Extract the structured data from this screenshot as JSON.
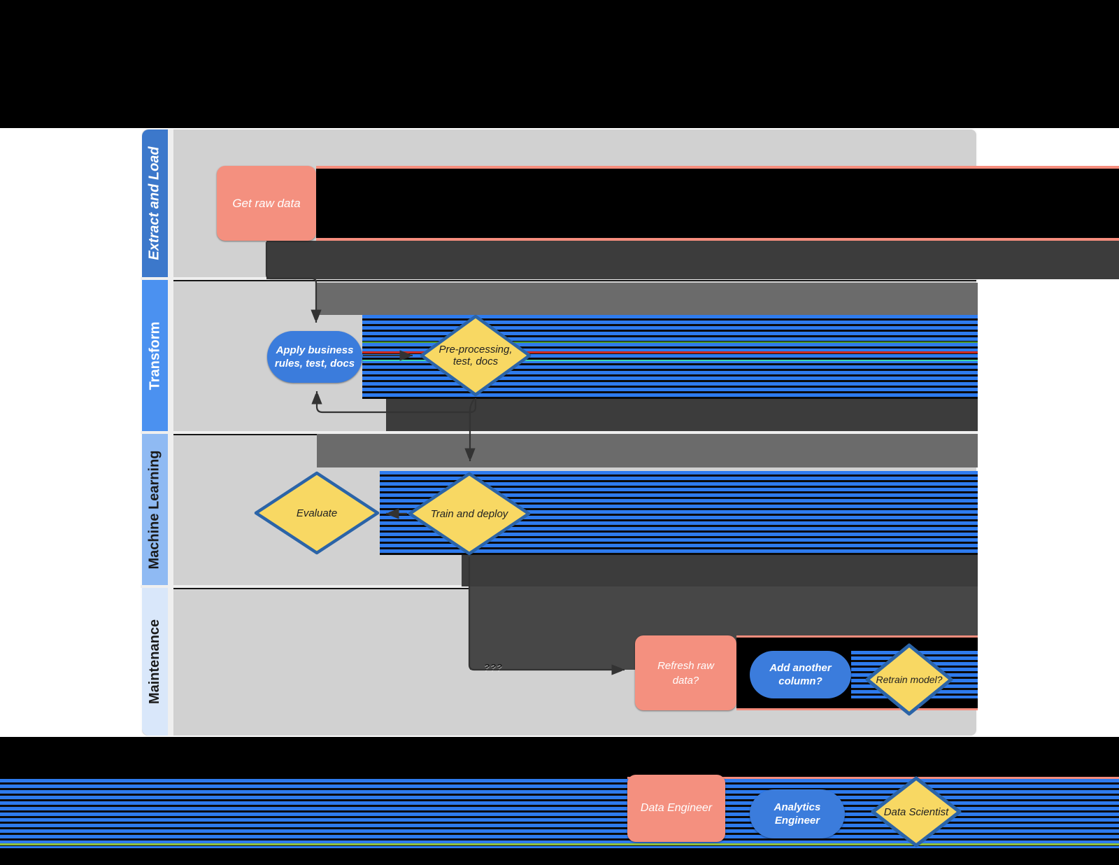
{
  "diagram": {
    "lanes": [
      {
        "label": "Extract and Load"
      },
      {
        "label": "Transform"
      },
      {
        "label": "Machine Learning"
      },
      {
        "label": "Maintenance"
      }
    ],
    "nodes": {
      "get_raw": {
        "label": "Get raw data",
        "type": "process"
      },
      "apply_rules": {
        "label": "Apply business rules, test, docs",
        "type": "terminator"
      },
      "preprocess": {
        "label": "Pre-processing, test, docs",
        "type": "decision"
      },
      "evaluate": {
        "label": "Evaluate",
        "type": "decision"
      },
      "train": {
        "label": "Train and deploy",
        "type": "decision"
      },
      "refresh": {
        "label": "Refresh raw data?",
        "type": "process"
      },
      "add_column": {
        "label": "Add another column?",
        "type": "terminator"
      },
      "retrain": {
        "label": "Retrain model?",
        "type": "decision"
      }
    },
    "edges": {
      "maintenance_label": "???"
    },
    "legend": {
      "data_engineer": {
        "label": "Data Engineer",
        "shape": "rectangle"
      },
      "analytics_engineer": {
        "label": "Analytics Engineer",
        "shape": "pill"
      },
      "data_scientist": {
        "label": "Data Scientist",
        "shape": "diamond"
      }
    },
    "colors": {
      "process_fill": "#F4907F",
      "terminator_fill": "#3B7CDC",
      "decision_fill": "#F8D863",
      "decision_border": "#2B64A8",
      "lane_header_1": "#3C78CB",
      "lane_header_2": "#4B91F0",
      "lane_header_3": "#8FBAF3",
      "lane_header_4": "#D9E7FA",
      "lane_body": "#D1D1D1",
      "streak_dark": "#3C3C3C",
      "streak_medium": "#6B6B6B",
      "streak_blue": "#2E7BEE"
    }
  }
}
